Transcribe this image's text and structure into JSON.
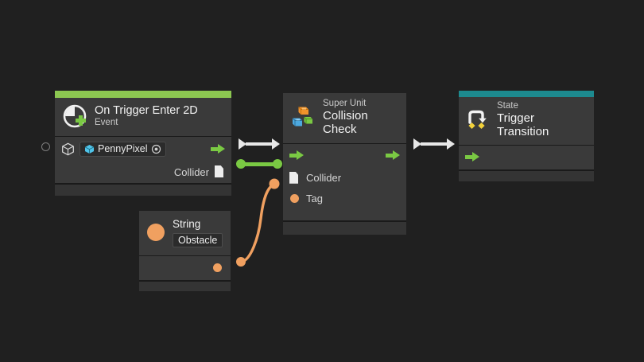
{
  "app": {
    "name": "visual-scripting-graph-editor",
    "canvas_bg": "#202020"
  },
  "colors": {
    "event_accent": "#8cc751",
    "state_accent": "#1d8a8f",
    "flow_green": "#7ac943",
    "value_orange": "#f0a060",
    "node_bg": "#3a3a3a",
    "node_footer": "#343434",
    "text_primary": "#f2f2f2",
    "text_secondary": "#c9c9c9"
  },
  "nodes": [
    {
      "id": "on-trigger-enter-2d",
      "kind": "Event",
      "title": "On Trigger Enter 2D",
      "icon": "event-circle-plus-icon",
      "accent": "#8cc751",
      "target_field": {
        "icon": "cube-icon",
        "value": "PennyPixel",
        "picker_icon": "target-select-icon"
      },
      "outputs": [
        {
          "label": "",
          "type": "flow",
          "icon": "flow-arrow-icon"
        },
        {
          "label": "Collider",
          "type": "value",
          "icon": "file-port-icon"
        }
      ]
    },
    {
      "id": "collision-check",
      "kind": "Super Unit",
      "title": "Collision Check",
      "icon": "super-unit-blocks-icon",
      "accent": "none",
      "inputs": [
        {
          "label": "",
          "type": "flow",
          "icon": "flow-arrow-icon"
        },
        {
          "label": "Collider",
          "type": "value",
          "icon": "file-port-icon"
        },
        {
          "label": "Tag",
          "type": "value",
          "icon": "orange-dot-port-icon"
        }
      ],
      "outputs": [
        {
          "label": "",
          "type": "flow",
          "icon": "flow-arrow-icon"
        }
      ]
    },
    {
      "id": "trigger-transition",
      "kind": "State",
      "title": "Trigger Transition",
      "icon": "state-transition-icon",
      "accent": "#1d8a8f",
      "inputs": [
        {
          "label": "",
          "type": "flow",
          "icon": "flow-arrow-icon"
        }
      ]
    },
    {
      "id": "string-literal",
      "kind": "String",
      "title": "String",
      "icon": "orange-dot-port-icon",
      "value": "Obstacle",
      "outputs": [
        {
          "label": "",
          "type": "value",
          "icon": "orange-dot-port-icon"
        }
      ]
    }
  ],
  "connections": [
    {
      "from": "on-trigger-enter-2d.flow-out",
      "to": "collision-check.flow-in",
      "style": "flow-white"
    },
    {
      "from": "on-trigger-enter-2d.Collider",
      "to": "collision-check.Collider",
      "style": "value-green"
    },
    {
      "from": "collision-check.flow-out",
      "to": "trigger-transition.flow-in",
      "style": "flow-white"
    },
    {
      "from": "string-literal.out",
      "to": "collision-check.Tag",
      "style": "value-orange-curve"
    }
  ]
}
